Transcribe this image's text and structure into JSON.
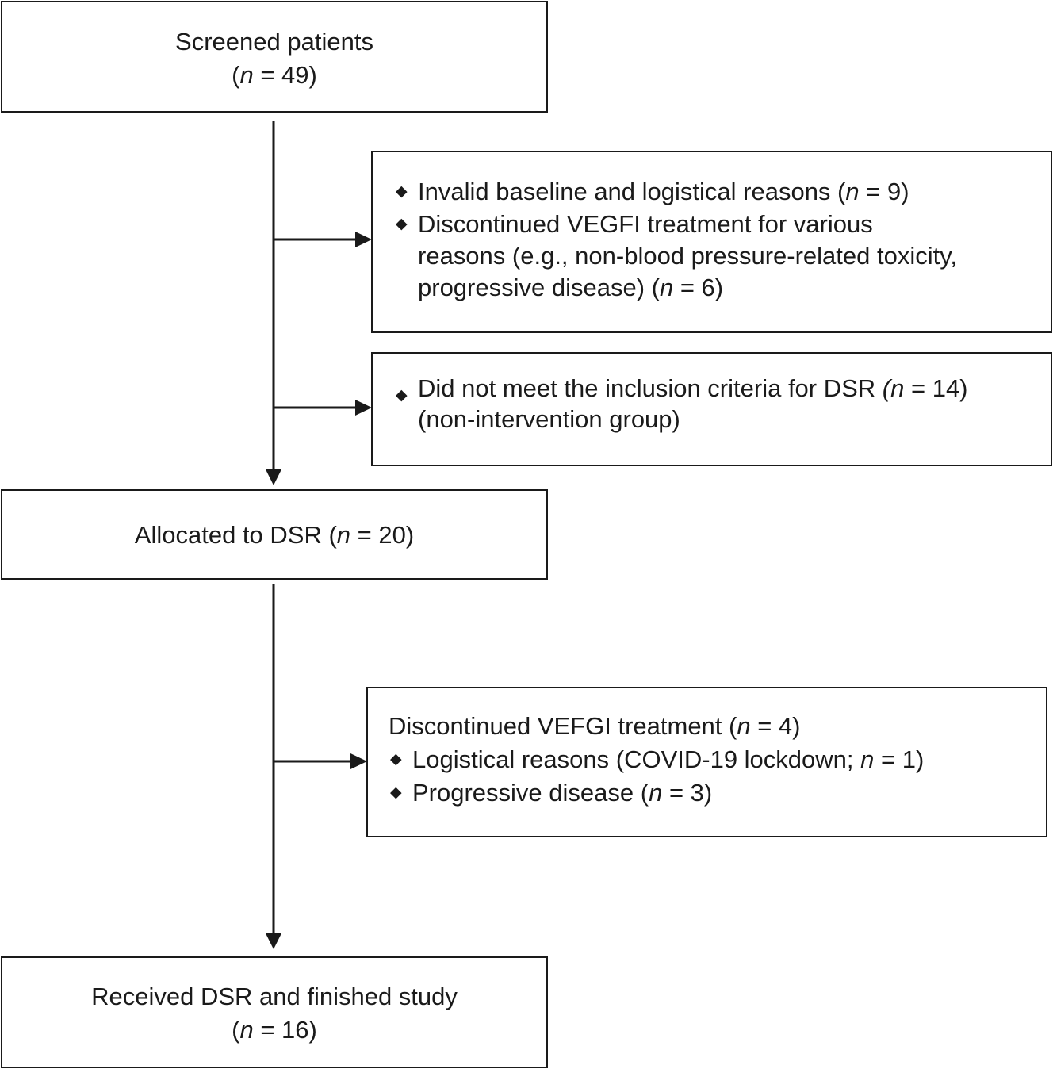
{
  "screened": {
    "label": "Screened patients",
    "n_prefix": "(",
    "n_var": "n",
    "n_rest": " = 49)"
  },
  "exclusion1": {
    "bullet": "◆",
    "item1_text": "Invalid baseline and logistical reasons (",
    "item1_var": "n",
    "item1_rest": " = 9)",
    "item2_line1": "Discontinued VEGFI treatment for various",
    "item2_line2": "reasons (e.g., non-blood pressure-related toxicity,",
    "item2_line3_text": "progressive disease) (",
    "item2_line3_var": "n",
    "item2_line3_rest": " = 6)"
  },
  "exclusion2": {
    "bullet": "◆",
    "line1_text": "Did not meet the inclusion criteria for DSR ",
    "line1_var": "(n",
    "line1_rest": " = 14)",
    "line2": "(non-intervention group)"
  },
  "allocated": {
    "text": "Allocated to DSR (",
    "var": "n",
    "rest": " = 20)"
  },
  "discontinued": {
    "title_text": "Discontinued VEFGI treatment (",
    "title_var": "n",
    "title_rest": " = 4)",
    "bullet": "◆",
    "item1_text": "Logistical reasons (COVID-19 lockdown; ",
    "item1_var": "n",
    "item1_rest": " = 1)",
    "item2_text": "Progressive disease (",
    "item2_var": "n",
    "item2_rest": " = 3)"
  },
  "finished": {
    "label": "Received DSR and finished study",
    "n_prefix": "(",
    "n_var": "n",
    "n_rest": " = 16)"
  }
}
